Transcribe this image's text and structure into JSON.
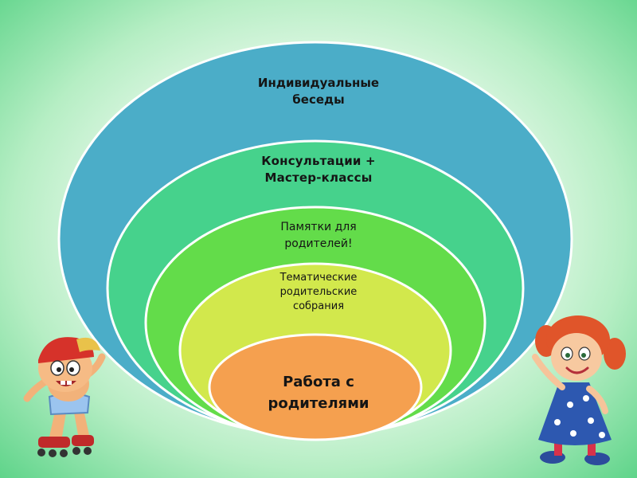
{
  "diagram": {
    "levels": [
      {
        "lines": [
          "Индивидуальные",
          "беседы"
        ],
        "fill": "#4badc8"
      },
      {
        "lines": [
          "Консультации +",
          "Мастер-классы"
        ],
        "fill": "#46d28c"
      },
      {
        "lines": [
          "Памятки для",
          "родителей!"
        ],
        "fill": "#63dc4a"
      },
      {
        "lines": [
          "Тематические",
          "родительские",
          "собрания"
        ],
        "fill": "#d2e84c"
      },
      {
        "lines": [
          "Работа с",
          "родителями"
        ],
        "fill": "#f5a04f"
      }
    ],
    "ring_stroke": "#ffffff"
  },
  "decorations": {
    "left_character": "boy-on-rollerskates-icon",
    "right_character": "red-haired-girl-icon"
  }
}
